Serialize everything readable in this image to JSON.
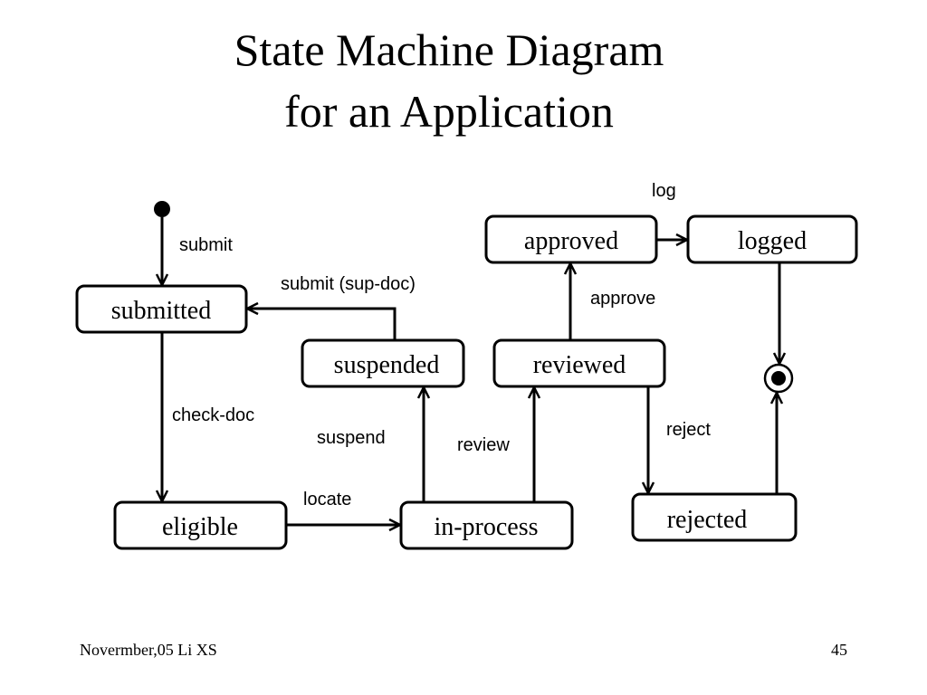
{
  "title": {
    "line1": "State Machine Diagram",
    "line2": "for an Application"
  },
  "states": {
    "submitted": "submitted",
    "suspended": "suspended",
    "reviewed": "reviewed",
    "approved": "approved",
    "logged": "logged",
    "eligible": "eligible",
    "in_process": "in-process",
    "rejected": "rejected"
  },
  "transitions": {
    "submit": "submit",
    "submit_sup_doc": "submit (sup-doc)",
    "check_doc": "check-doc",
    "suspend": "suspend",
    "review": "review",
    "locate": "locate",
    "approve": "approve",
    "log": "log",
    "reject": "reject"
  },
  "footer": {
    "date_author": "Novermber,05 Li XS",
    "page_number": "45"
  },
  "colors": {
    "stroke": "#000000",
    "background": "#ffffff"
  }
}
